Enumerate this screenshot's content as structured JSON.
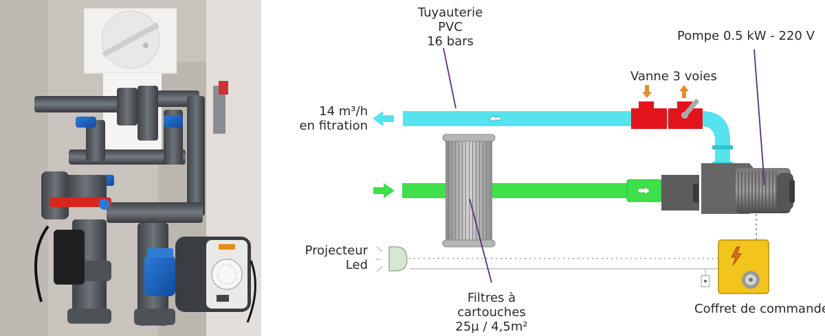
{
  "labels": {
    "pipe": [
      "Tuyauterie PVC",
      "16 bars"
    ],
    "flow": [
      "14 m³/h",
      "en fitration"
    ],
    "valve": "Vanne 3 voies",
    "pump": "Pompe 0.5 kW - 220 V",
    "light": [
      "Projecteur",
      "Led"
    ],
    "filter": [
      "Filtres à cartouches",
      "25µ / 4,5m²"
    ],
    "control": "Coffret de commandes"
  },
  "colors": {
    "return_pipe": "#55e3ee",
    "suction_pipe": "#3fe04a",
    "valve": "#e2141b",
    "valve_arrow": "#e0902a",
    "pump_body": "#5c5c5c",
    "control_box": "#f2c41c",
    "leader_line": "#5d2a7a"
  }
}
